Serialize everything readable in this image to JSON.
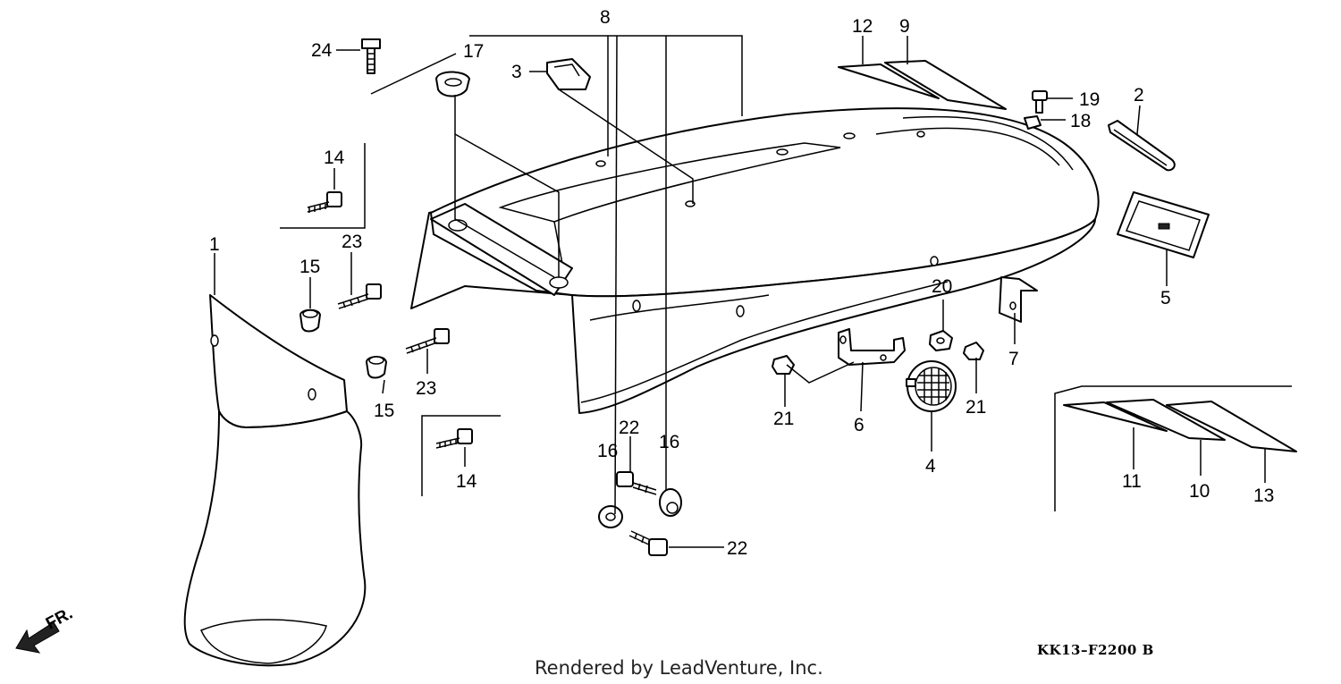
{
  "diagram": {
    "callouts": {
      "c1": "1",
      "c2": "2",
      "c3": "3",
      "c4": "4",
      "c5": "5",
      "c6": "6",
      "c7": "7",
      "c8": "8",
      "c9": "9",
      "c10": "10",
      "c11": "11",
      "c12": "12",
      "c13": "13",
      "c14a": "14",
      "c14b": "14",
      "c15a": "15",
      "c15b": "15",
      "c16a": "16",
      "c16b": "16",
      "c17": "17",
      "c18": "18",
      "c19": "19",
      "c20": "20",
      "c21a": "21",
      "c21b": "21",
      "c22a": "22",
      "c22b": "22",
      "c23a": "23",
      "c23b": "23",
      "c24": "24"
    },
    "direction_label": "FR.",
    "diagram_code": "KK13–F2200 B",
    "credit": "Rendered by LeadVenture, Inc."
  }
}
